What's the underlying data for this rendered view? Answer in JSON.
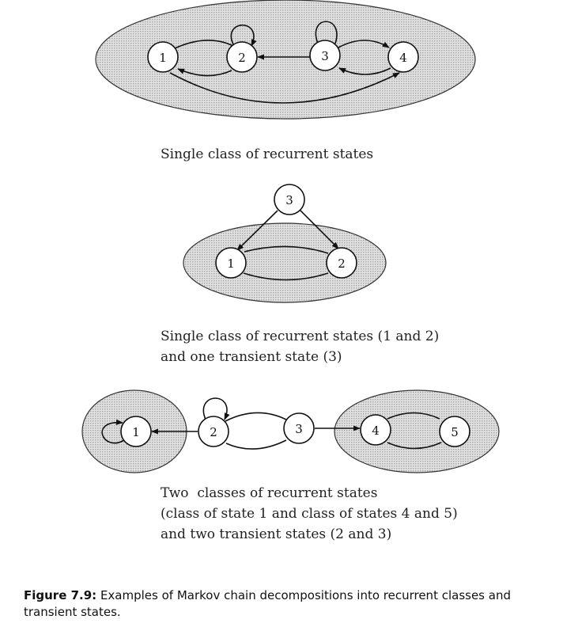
{
  "diagrams": [
    {
      "nodes": [
        "1",
        "2",
        "3",
        "4"
      ],
      "caption_lines": [
        "Single class of recurrent states"
      ]
    },
    {
      "nodes": [
        "3",
        "1",
        "2"
      ],
      "caption_lines": [
        "Single class of recurrent states (1 and 2)",
        "and one transient state (3)"
      ]
    },
    {
      "nodes": [
        "1",
        "2",
        "3",
        "4",
        "5"
      ],
      "caption_lines": [
        "Two  classes of recurrent states",
        "(class of state 1 and class of states 4 and 5)",
        "and two transient states (2 and 3)"
      ]
    }
  ],
  "figure_caption": {
    "label": "Figure 7.9:",
    "text": " Examples of Markov chain decompositions into recurrent classes and transient states."
  },
  "colors": {
    "class_fill": "#d6d6d6",
    "stroke": "#111111",
    "node_fill": "#ffffff"
  }
}
